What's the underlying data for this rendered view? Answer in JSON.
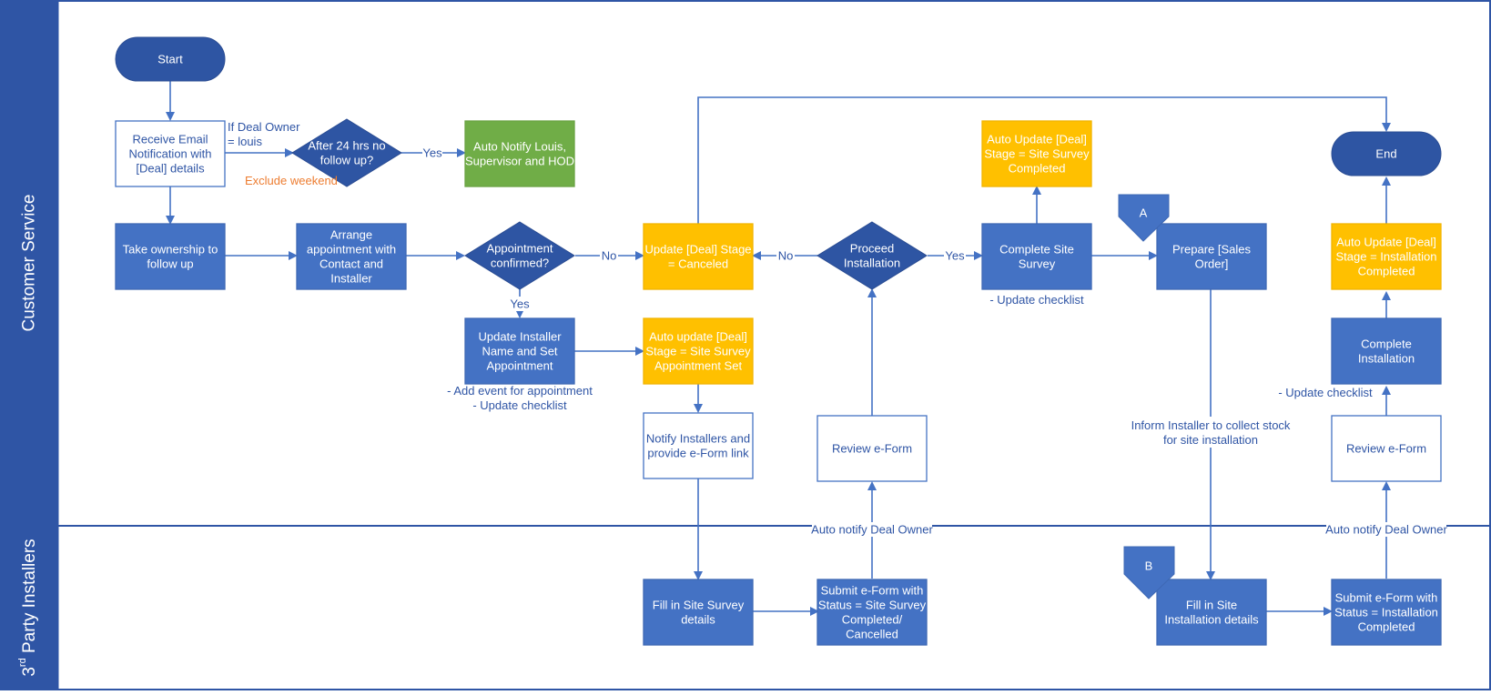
{
  "lanes": {
    "customer_service": "Customer Service",
    "installers_prefix": "3",
    "installers_sup": "rd",
    "installers_suffix": " Party Installers"
  },
  "nodes": {
    "start": "Start",
    "end": "End",
    "receive_email": [
      "Receive Email",
      "Notification with",
      "[Deal] details"
    ],
    "after_24": [
      "After 24 hrs no",
      "follow up?"
    ],
    "auto_notify": [
      "Auto Notify Louis,",
      "Supervisor and HOD"
    ],
    "take_ownership": [
      "Take ownership to",
      "follow up"
    ],
    "arrange_appt": [
      "Arrange",
      "appointment with",
      "Contact and",
      "Installer"
    ],
    "appt_confirmed": [
      "Appointment",
      "confirmed?"
    ],
    "update_canceled": [
      "Update [Deal] Stage",
      "= Canceled"
    ],
    "proceed_install": [
      "Proceed",
      "Installation"
    ],
    "complete_survey": [
      "Complete Site",
      "Survey"
    ],
    "auto_survey_completed": [
      "Auto Update [Deal]",
      "Stage = Site Survey",
      "Completed"
    ],
    "prepare_order": [
      "Prepare [Sales",
      "Order]"
    ],
    "auto_install_completed": [
      "Auto Update [Deal]",
      "Stage = Installation",
      "Completed"
    ],
    "update_installer": [
      "Update Installer",
      "Name and Set",
      "Appointment"
    ],
    "auto_appt_set": [
      "Auto update [Deal]",
      "Stage =  Site Survey",
      "Appointment Set"
    ],
    "notify_installers": [
      "Notify Installers and",
      "provide e-Form link"
    ],
    "review_eform_1": [
      "Review e-Form"
    ],
    "complete_install": [
      "Complete",
      "Installation"
    ],
    "review_eform_2": [
      "Review e-Form"
    ],
    "fill_survey": [
      "Fill in Site Survey",
      "details"
    ],
    "submit_survey": [
      "Submit e-Form with",
      "Status = Site Survey",
      "Completed/",
      "Cancelled"
    ],
    "fill_install": [
      "Fill in Site",
      "Installation details"
    ],
    "submit_install": [
      "Submit e-Form with",
      "Status = Installation",
      "Completed"
    ]
  },
  "connectors": {
    "a": "A",
    "b": "B"
  },
  "labels": {
    "if_deal_owner": [
      "If Deal Owner",
      "= louis"
    ],
    "exclude_weekend": "Exclude weekend",
    "yes": "Yes",
    "no": "No",
    "add_event": [
      "- Add event for appointment",
      "- Update checklist"
    ],
    "update_checklist": "- Update checklist",
    "inform_installer": [
      "Inform Installer to collect stock",
      "for site installation"
    ],
    "auto_notify_owner": "Auto notify Deal Owner"
  },
  "colors": {
    "lane_band": "#2f55a5",
    "blue_process": "#4472c4",
    "dark_decision": "#2e55a3",
    "orange_auto": "#ffc000",
    "green_notify": "#70ad47",
    "outline_box": "#ffffff",
    "connector_line": "#4472c4",
    "label_blue": "#2f55a5",
    "label_orange": "#ed7d31"
  }
}
